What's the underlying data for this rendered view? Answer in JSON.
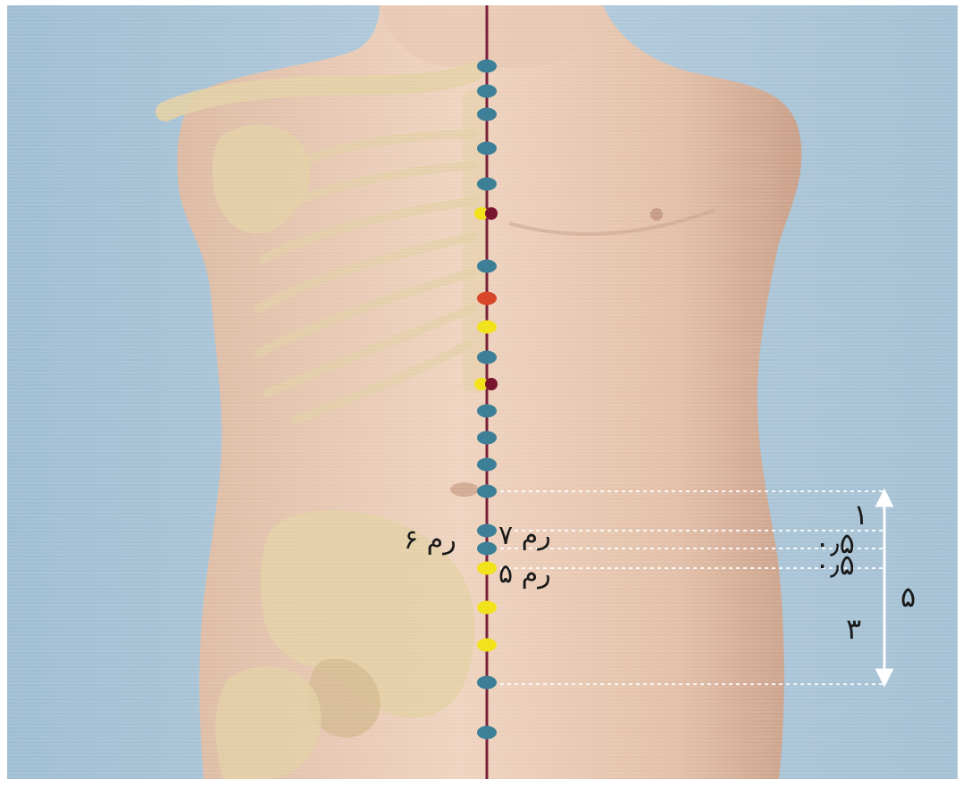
{
  "figure": {
    "colors": {
      "background": "#ffffff",
      "wall": "#a9c3d6",
      "skin": "#e8c9b3",
      "bone": "#e3cfa5",
      "meridian_line": "#7a1f3a",
      "point_blue": "#3d7f96",
      "point_yellow": "#f2e21c",
      "point_red": "#d9472a",
      "point_maroon": "#7a1530",
      "guide": "#ffffff"
    },
    "points": [
      {
        "type": "blue"
      },
      {
        "type": "blue"
      },
      {
        "type": "blue"
      },
      {
        "type": "blue"
      },
      {
        "type": "blue"
      },
      {
        "type": "split"
      },
      {
        "type": "blue"
      },
      {
        "type": "red"
      },
      {
        "type": "yellow"
      },
      {
        "type": "blue"
      },
      {
        "type": "split"
      },
      {
        "type": "blue"
      },
      {
        "type": "blue"
      },
      {
        "type": "blue"
      },
      {
        "type": "blue"
      },
      {
        "type": "blue"
      },
      {
        "type": "blue"
      },
      {
        "type": "yellow"
      },
      {
        "type": "yellow"
      },
      {
        "type": "yellow"
      },
      {
        "type": "blue"
      },
      {
        "type": "blue"
      }
    ],
    "point_labels": {
      "ren7": "رم ۷",
      "ren6": "رم ۶",
      "ren5": "رم ۵"
    },
    "measurements": {
      "total": "۵",
      "seg1": "۱",
      "seg_half_a": "۰٫۵",
      "seg_half_b": "۰٫۵",
      "seg3": "۳"
    }
  }
}
